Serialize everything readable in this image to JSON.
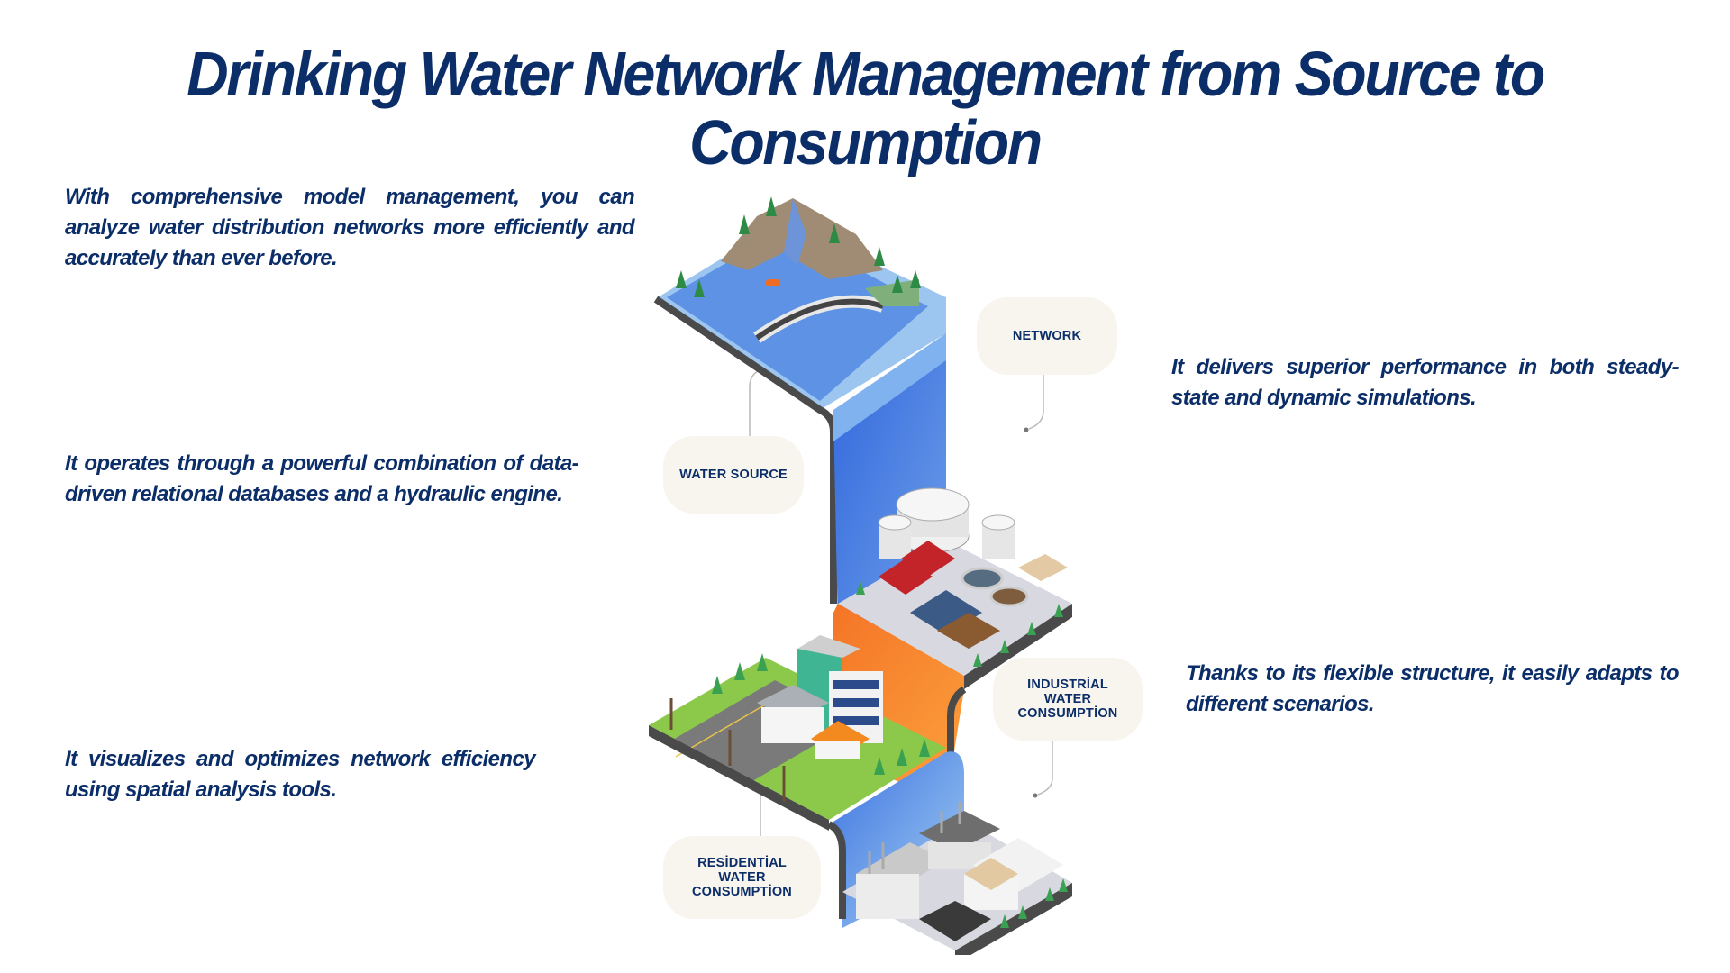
{
  "slide": {
    "title": "Drinking Water Network Management from Source to Consumption"
  },
  "left_column": {
    "paragraphs": [
      "With comprehensive model management, you can analyze water distribution networks more efficiently and accurately than ever before.",
      "It operates through a powerful combination of data-driven relational databases and a hydraulic engine.",
      "It visualizes and optimizes network efficiency using spatial analysis tools."
    ]
  },
  "right_column": {
    "paragraphs": [
      "It delivers superior performance in both steady-state and dynamic simulations.",
      "Thanks to its flexible structure, it easily adapts to different scenarios."
    ]
  },
  "illustration": {
    "stages": [
      {
        "label": "WATER SOURCE",
        "scene": "reservoir-dam-icon"
      },
      {
        "label": "NETWORK",
        "scene": "treatment-plant-icon"
      },
      {
        "label": "RESİDENTİAL WATER CONSUMPTİON",
        "scene": "residential-buildings-icon"
      },
      {
        "label": "INDUSTRİAL WATER CONSUMPTİON",
        "scene": "factory-icon"
      }
    ],
    "colors": {
      "text": "#0b2d68",
      "bubble": "#f8f5ef",
      "water_blue": "#3d74e0",
      "water_light": "#9cc6f0",
      "orange": "#f7832a",
      "grass": "#8cc94a",
      "frame": "#4a4a4a"
    }
  }
}
